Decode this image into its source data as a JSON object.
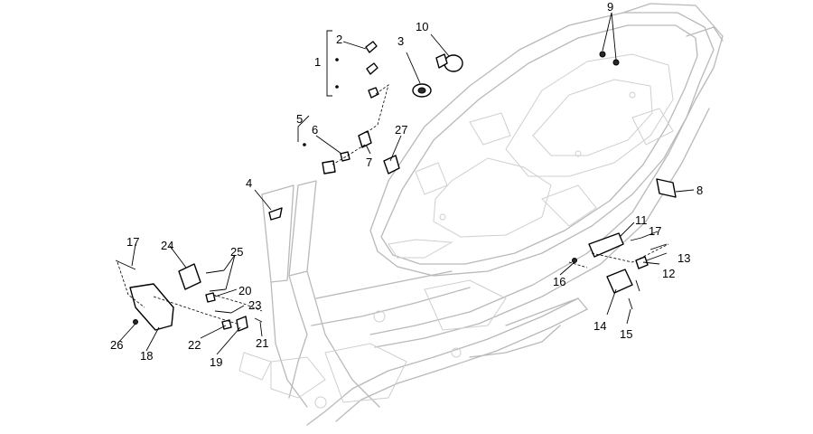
{
  "diagram": {
    "labels": [
      {
        "id": "1",
        "text": "1"
      },
      {
        "id": "2",
        "text": "2"
      },
      {
        "id": "3",
        "text": "3"
      },
      {
        "id": "4",
        "text": "4"
      },
      {
        "id": "5",
        "text": "5"
      },
      {
        "id": "6",
        "text": "6"
      },
      {
        "id": "7",
        "text": "7"
      },
      {
        "id": "8",
        "text": "8"
      },
      {
        "id": "9",
        "text": "9"
      },
      {
        "id": "10",
        "text": "10"
      },
      {
        "id": "11",
        "text": "11"
      },
      {
        "id": "12",
        "text": "12"
      },
      {
        "id": "13",
        "text": "13"
      },
      {
        "id": "14",
        "text": "14"
      },
      {
        "id": "15",
        "text": "15"
      },
      {
        "id": "16",
        "text": "16"
      },
      {
        "id": "17a",
        "text": "17"
      },
      {
        "id": "17b",
        "text": "17"
      },
      {
        "id": "18",
        "text": "18"
      },
      {
        "id": "19",
        "text": "19"
      },
      {
        "id": "20",
        "text": "20"
      },
      {
        "id": "21",
        "text": "21"
      },
      {
        "id": "22",
        "text": "22"
      },
      {
        "id": "23",
        "text": "23"
      },
      {
        "id": "24",
        "text": "24"
      },
      {
        "id": "25",
        "text": "25"
      },
      {
        "id": "26",
        "text": "26"
      },
      {
        "id": "27",
        "text": "27"
      }
    ]
  }
}
